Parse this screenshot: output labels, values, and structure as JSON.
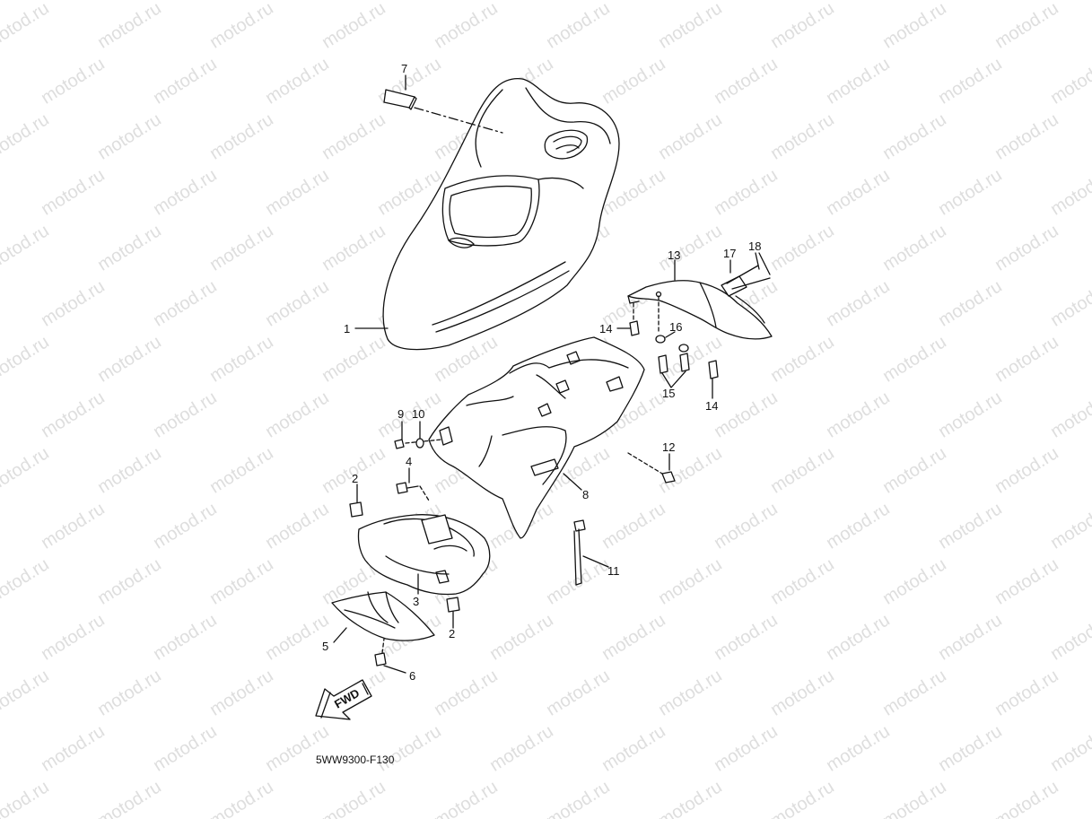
{
  "watermark": {
    "text": "motod.ru"
  },
  "parts": [
    {
      "id": "part-1",
      "label": "1"
    },
    {
      "id": "part-2a",
      "label": "2"
    },
    {
      "id": "part-2b",
      "label": "2"
    },
    {
      "id": "part-3",
      "label": "3"
    },
    {
      "id": "part-4",
      "label": "4"
    },
    {
      "id": "part-5",
      "label": "5"
    },
    {
      "id": "part-6",
      "label": "6"
    },
    {
      "id": "part-7",
      "label": "7"
    },
    {
      "id": "part-8",
      "label": "8"
    },
    {
      "id": "part-9",
      "label": "9"
    },
    {
      "id": "part-10",
      "label": "10"
    },
    {
      "id": "part-11",
      "label": "11"
    },
    {
      "id": "part-12",
      "label": "12"
    },
    {
      "id": "part-13",
      "label": "13"
    },
    {
      "id": "part-14a",
      "label": "14"
    },
    {
      "id": "part-14b",
      "label": "14"
    },
    {
      "id": "part-15",
      "label": "15"
    },
    {
      "id": "part-16",
      "label": "16"
    },
    {
      "id": "part-17",
      "label": "17"
    },
    {
      "id": "part-18",
      "label": "18"
    }
  ],
  "fwd_arrow": {
    "label": "FWD"
  },
  "drawing_code": "5WW9300-F130"
}
